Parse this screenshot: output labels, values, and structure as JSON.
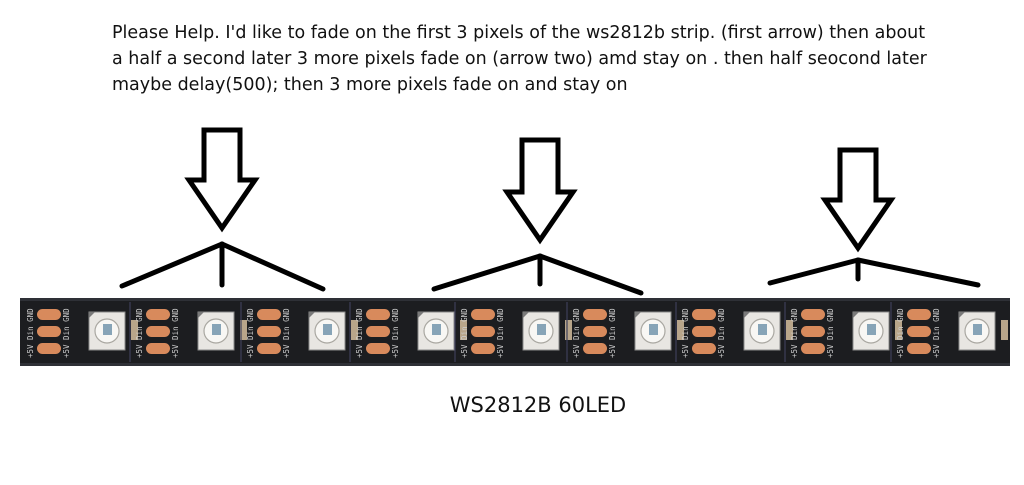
{
  "question": {
    "lines": [
      "Please Help. I'd like to fade on the first 3 pixels of the ws2812b strip. (first arrow) then about",
      "a half a second later 3 more pixels fade on (arrow two) amd stay on . then half seocond later",
      "maybe delay(500); then 3 more pixels fade on and stay on"
    ]
  },
  "arrow_groups": [
    {
      "name": "first-arrow"
    },
    {
      "name": "second-arrow"
    },
    {
      "name": "third-arrow"
    }
  ],
  "strip": {
    "led_count": 9,
    "pad_color": "#d88a5c",
    "board_color": "#1c1d20",
    "led_body_color": "#e8e6e2",
    "pin_labels": [
      "+5V",
      "Din",
      "GND"
    ]
  },
  "caption": "WS2812B 60LED"
}
